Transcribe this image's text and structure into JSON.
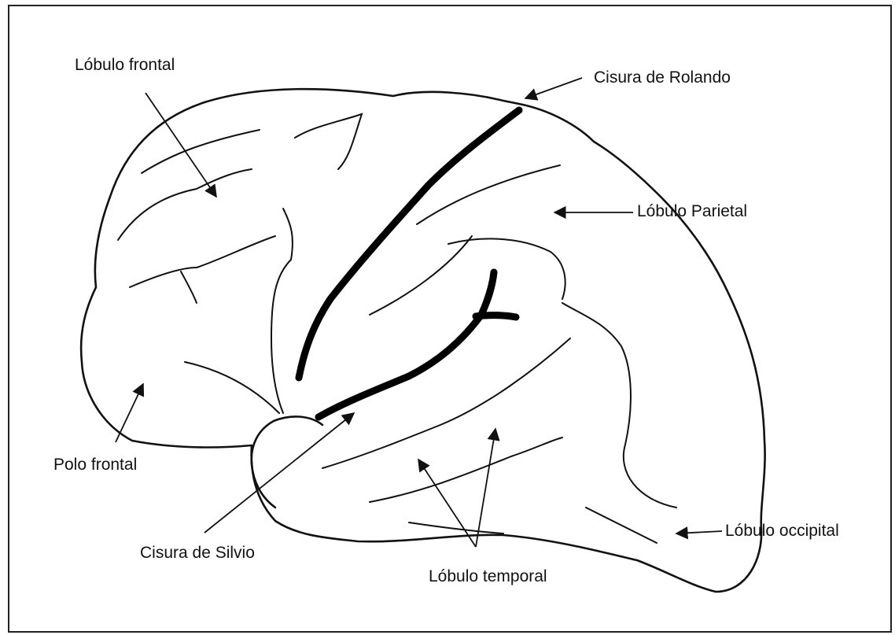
{
  "labels": {
    "frontal_lobe": "Lóbulo frontal",
    "rolandic_fissure": "Cisura de Rolando",
    "parietal_lobe": "Lóbulo Parietal",
    "frontal_pole": "Polo frontal",
    "sylvian_fissure": "Cisura de Silvio",
    "temporal_lobe": "Lóbulo temporal",
    "occipital_lobe": "Lóbulo occipital"
  },
  "colors": {
    "line": "#111111",
    "background": "#ffffff"
  }
}
